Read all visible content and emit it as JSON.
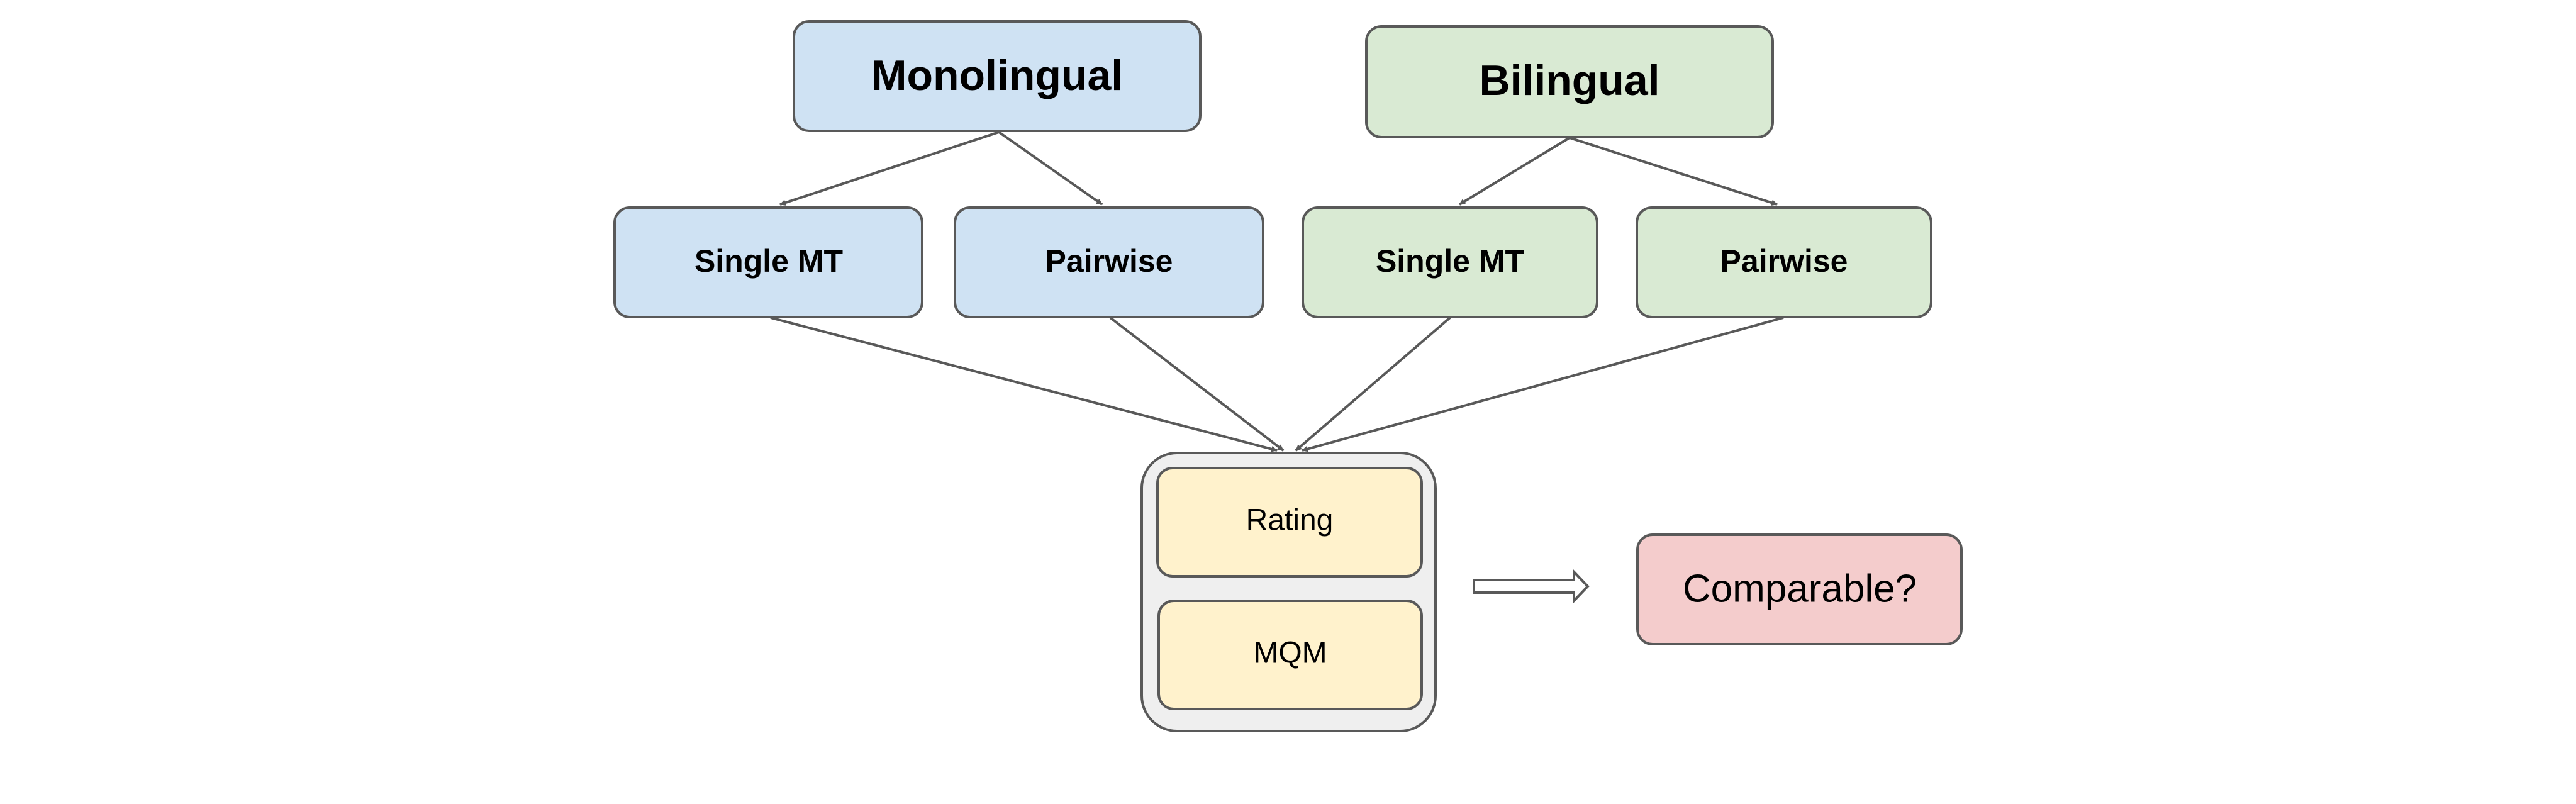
{
  "diagram": {
    "top_nodes": {
      "monolingual": "Monolingual",
      "bilingual": "Bilingual"
    },
    "mid_nodes": {
      "mono_single": "Single MT",
      "mono_pairwise": "Pairwise",
      "bi_single": "Single MT",
      "bi_pairwise": "Pairwise"
    },
    "methods": {
      "rating": "Rating",
      "mqm": "MQM"
    },
    "result": "Comparable?",
    "colors": {
      "blue_fill": "#cfe2f3",
      "green_fill": "#d9ead3",
      "yellow_fill": "#fff2cc",
      "pink_fill": "#f4cccc",
      "gray_fill": "#efefef",
      "stroke": "#595959"
    }
  }
}
